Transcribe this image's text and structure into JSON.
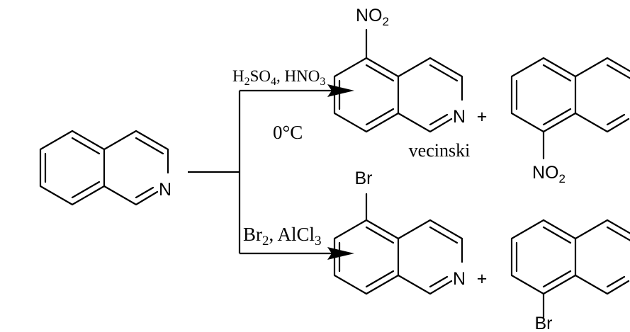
{
  "atoms": {
    "nitrogen": "N",
    "bromine": "Br",
    "nitro_prefix": "NO",
    "nitro_subscript": "2"
  },
  "reagents": {
    "top": {
      "acid1_main": "H",
      "acid1_sub1": "2",
      "acid1_mid": "SO",
      "acid1_sub2": "4",
      "separator": ", HNO",
      "acid2_sub": "3",
      "condition": "0°C"
    },
    "bottom": {
      "reagent1_main": "Br",
      "reagent1_sub": "2",
      "separator": ", AlCl",
      "reagent2_sub": "3"
    }
  },
  "operators": {
    "plus": "+"
  },
  "labels": {
    "major_product": "vecinski"
  },
  "colors": {
    "ink": "#000000",
    "background": "#ffffff"
  }
}
